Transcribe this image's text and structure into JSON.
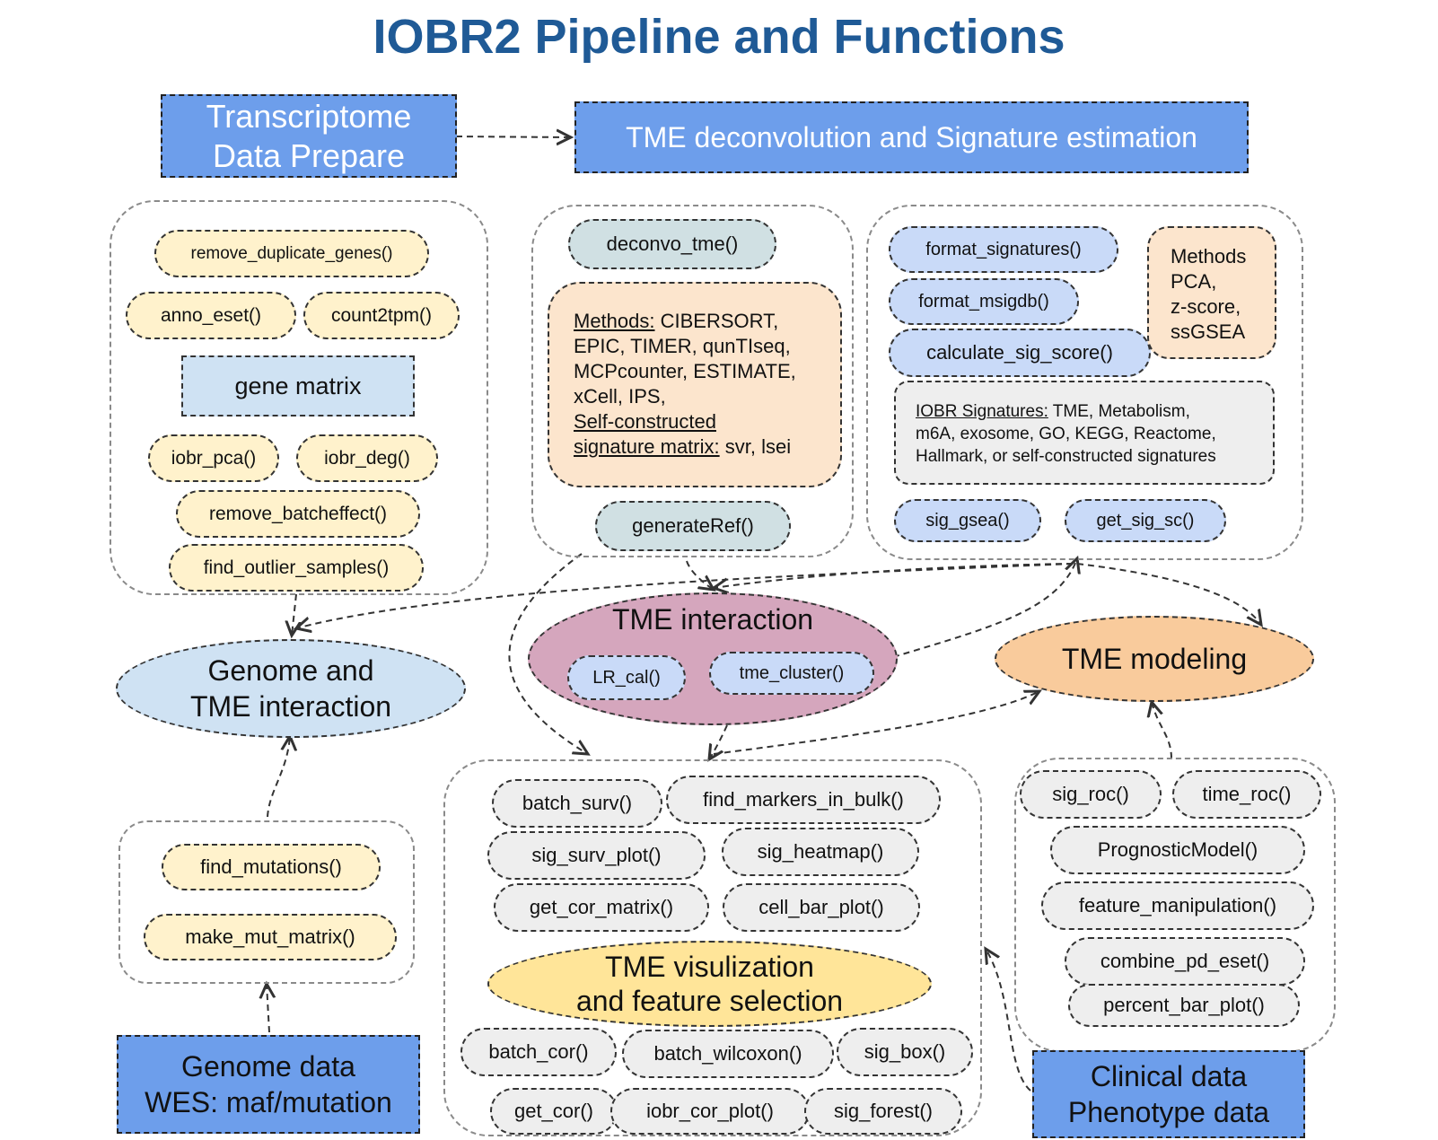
{
  "title": "IOBR2 Pipeline and Functions",
  "header_boxes": {
    "transcriptome": [
      "Transcriptome",
      "Data Prepare"
    ],
    "tme_deconv": "TME deconvolution and Signature estimation"
  },
  "prep_group": {
    "functions": [
      "remove_duplicate_genes()",
      "anno_eset()",
      "count2tpm()",
      "iobr_pca()",
      "iobr_deg()",
      "remove_batcheffect()",
      "find_outlier_samples()"
    ],
    "gene_matrix": "gene matrix"
  },
  "deconv_group": {
    "deconvo": "deconvo_tme()",
    "methods_label": "Methods:",
    "methods_line1": " CIBERSORT,",
    "methods_line2": "EPIC, TIMER, qunTIseq,",
    "methods_line3": "MCPcounter, ESTIMATE,",
    "methods_line4": "xCell, IPS,",
    "selfconstructed_1": "Self-constructed",
    "selfconstructed_2": "signature matrix:",
    "selfconstructed_tail": " svr, lsei",
    "generate_ref": "generateRef()"
  },
  "signature_group": {
    "functions": [
      "format_signatures()",
      "format_msigdb()",
      "calculate_sig_score()",
      "sig_gsea()",
      "get_sig_sc()"
    ],
    "methods_box": [
      "Methods",
      "PCA,",
      "z-score,",
      "ssGSEA"
    ],
    "iobr_label": "IOBR Signatures:",
    "iobr_line1": " TME, Metabolism,",
    "iobr_line2": "m6A, exosome, GO, KEGG, Reactome,",
    "iobr_line3": "Hallmark, or self-constructed signatures"
  },
  "tme_interaction": {
    "label": "TME interaction",
    "functions": [
      "LR_cal()",
      "tme_cluster()"
    ]
  },
  "genome_tme": [
    "Genome and",
    "TME interaction"
  ],
  "tme_modeling": "TME modeling",
  "mutation_group": {
    "functions": [
      "find_mutations()",
      "make_mut_matrix()"
    ]
  },
  "genome_data": [
    "Genome data",
    "WES: maf/mutation"
  ],
  "viz_group": {
    "top_functions": [
      "batch_surv()",
      "find_markers_in_bulk()",
      "sig_surv_plot()",
      "sig_heatmap()",
      "get_cor_matrix()",
      "cell_bar_plot()"
    ],
    "center_label": [
      "TME visulization",
      "and feature selection"
    ],
    "bottom_functions": [
      "batch_cor()",
      "batch_wilcoxon()",
      "sig_box()",
      "get_cor()",
      "iobr_cor_plot()",
      "sig_forest()"
    ]
  },
  "model_group": {
    "functions": [
      "sig_roc()",
      "time_roc()",
      "PrognosticModel()",
      "feature_manipulation()",
      "combine_pd_eset()",
      "percent_bar_plot()"
    ]
  },
  "clinical_data": [
    "Clinical data",
    "Phenotype data"
  ],
  "colors": {
    "title": "#1f5a96",
    "header_blue": "#6d9eeb",
    "pill_yellow": "#fff2cc",
    "pill_blue": "#c9daf8",
    "pill_teal": "#d0e0e3",
    "pill_gray": "#eeeeee",
    "peach": "#fce5cd",
    "tme_interaction": "#d5a6bd",
    "genome_tme": "#cfe2f3",
    "tme_modeling": "#f9cb9c",
    "viz_yellow": "#ffe599"
  }
}
